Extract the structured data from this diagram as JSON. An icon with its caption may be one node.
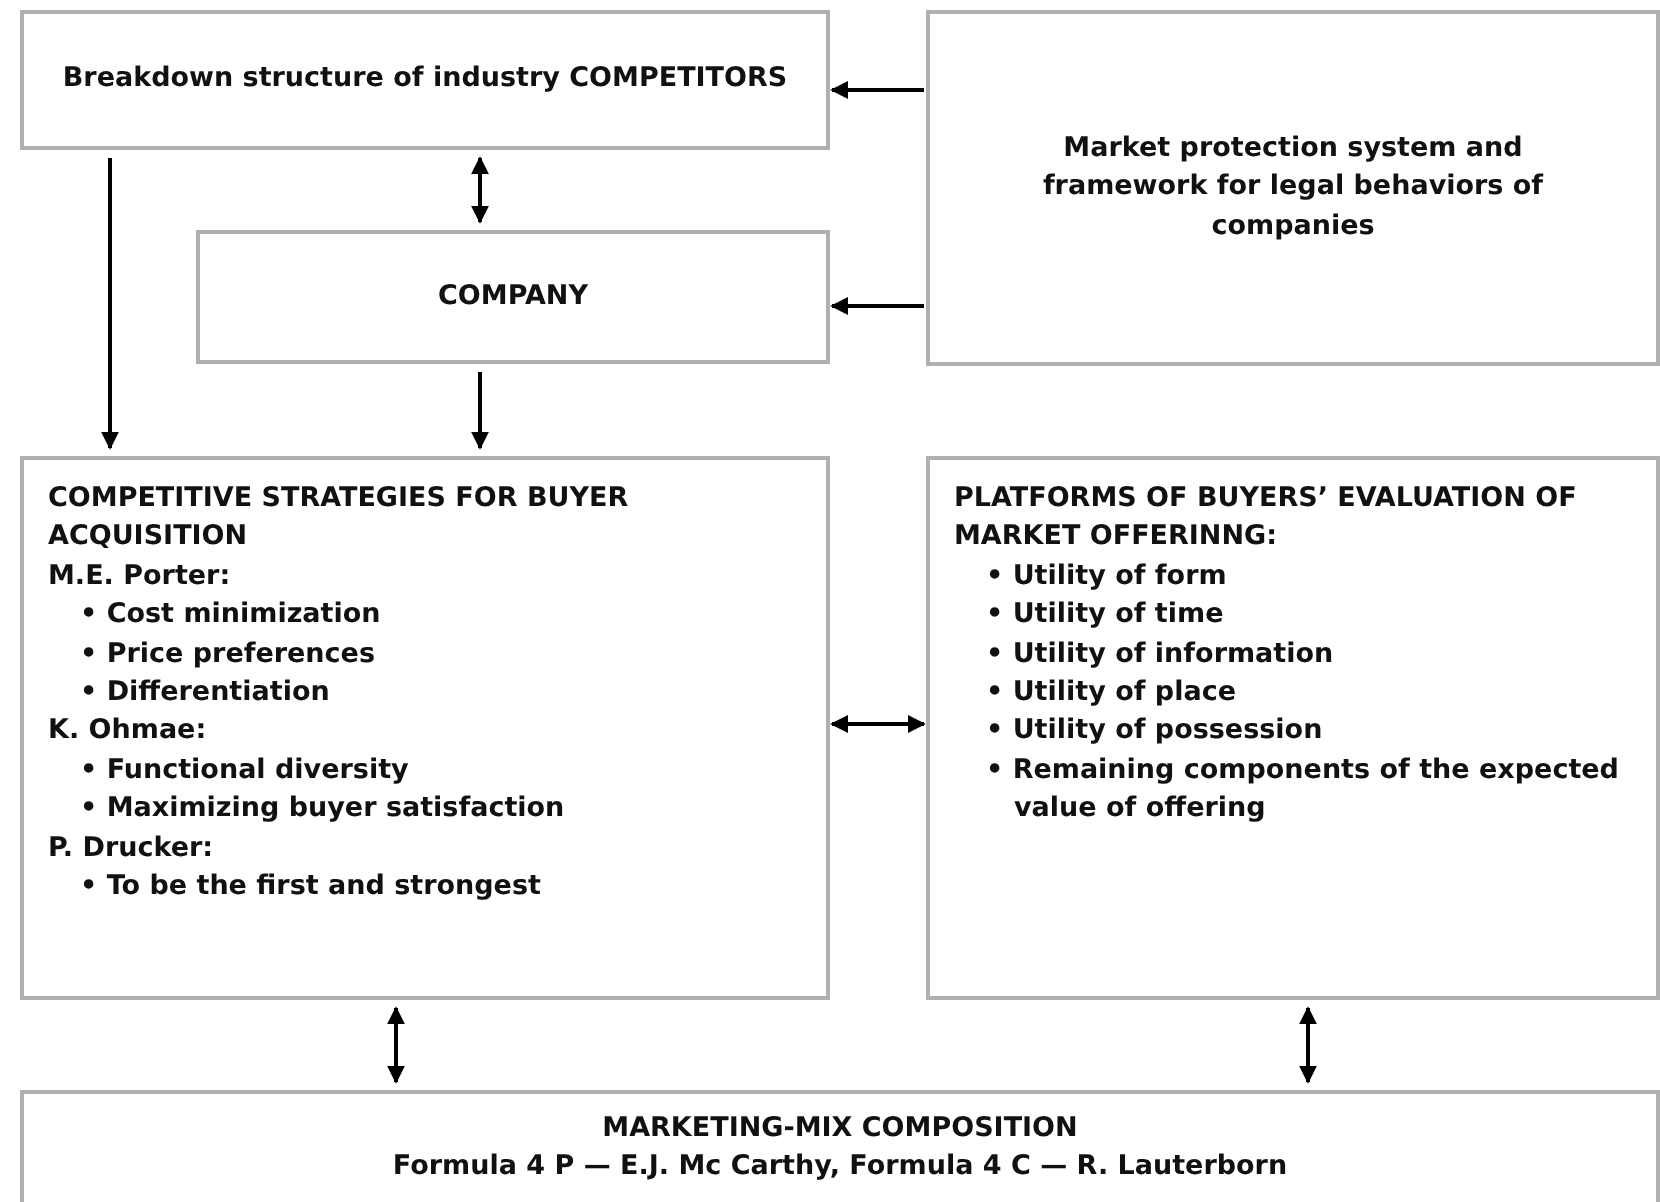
{
  "diagram": {
    "nodes": [
      {
        "text": [
          "Breakdown structure of industry COMPETITORS"
        ]
      },
      {
        "text": [
          "Market protection system and framework for legal behaviors of companies"
        ]
      },
      {
        "text": [
          "COMPANY"
        ]
      },
      {
        "text": [
          "COMPETITIVE STRATEGIES FOR BUYER ACQUISITION",
          "M.E. Porter:",
          "• Cost minimization",
          "• Price preferences",
          "• Differentiation",
          "K. Ohmae:",
          "• Functional diversity",
          "• Maximizing buyer satisfaction",
          "P. Drucker:",
          "• To be the first and strongest"
        ]
      },
      {
        "text": [
          "PLATFORMS OF BUYERS’ EVALUATION OF MARKET OFFERINNG:",
          "• Utility of form",
          "• Utility of time",
          "• Utility of information",
          "• Utility of place",
          "• Utility of possession",
          "• Remaining components of the expected value of offering"
        ]
      },
      {
        "text": [
          "MARKETING-MIX COMPOSITION",
          "Formula 4 P — E.J. Mc Carthy, Formula 4 C — R. Lauterborn"
        ]
      }
    ],
    "edges": [
      {
        "from": 1,
        "to": 0,
        "arrow": "to"
      },
      {
        "from": 0,
        "to": 2,
        "arrow": "both"
      },
      {
        "from": 1,
        "to": 2,
        "arrow": "to"
      },
      {
        "from": 0,
        "to": 3,
        "arrow": "to"
      },
      {
        "from": 2,
        "to": 3,
        "arrow": "to"
      },
      {
        "from": 3,
        "to": 4,
        "arrow": "both"
      },
      {
        "from": 3,
        "to": 5,
        "arrow": "both"
      },
      {
        "from": 4,
        "to": 5,
        "arrow": "both"
      }
    ]
  }
}
